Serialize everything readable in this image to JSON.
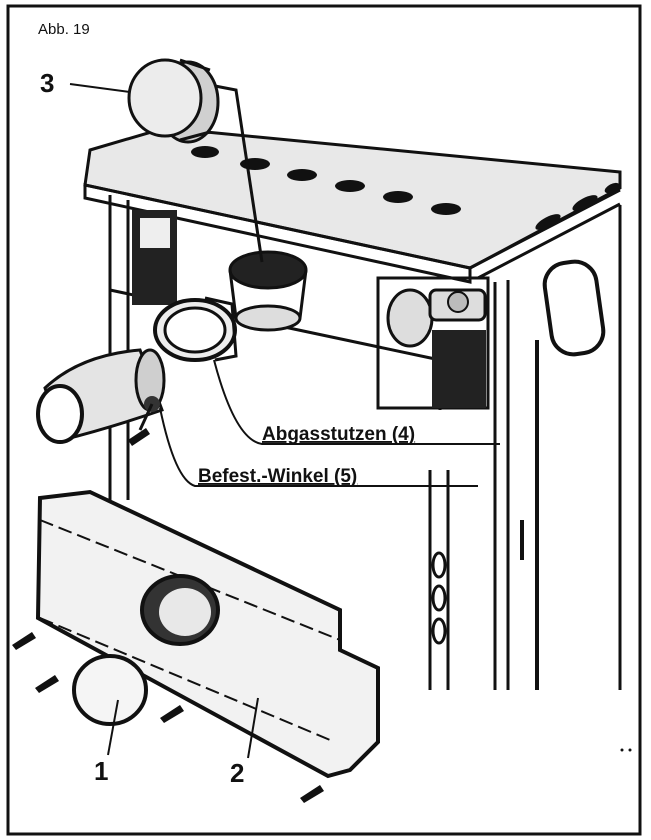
{
  "figure": {
    "title": "Abb. 19",
    "labels": {
      "part_1": "1",
      "part_2": "2",
      "part_3": "3",
      "abgasstutzen": "Abgasstutzen (4)",
      "befest_winkel": "Befest.-Winkel (5)"
    }
  }
}
